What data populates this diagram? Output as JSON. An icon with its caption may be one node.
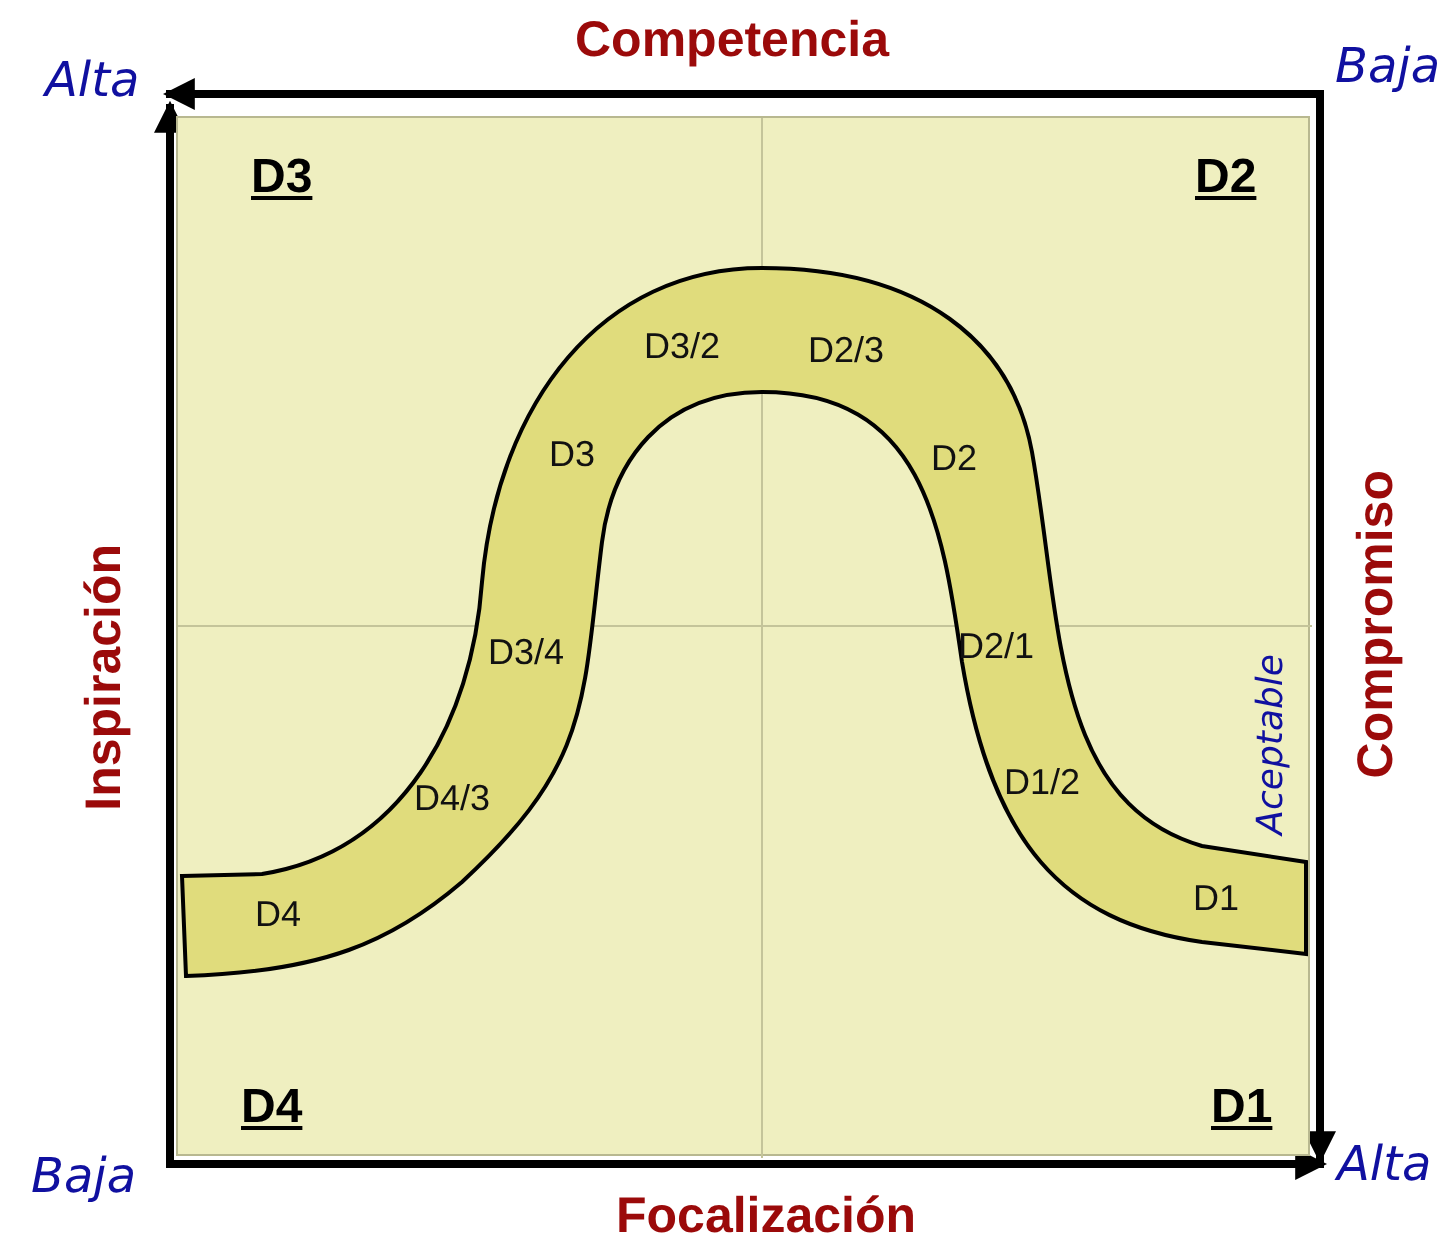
{
  "diagram": {
    "nodes": [
      {
        "text": [
          "D3",
          "D2",
          "D4",
          "D1"
        ]
      },
      {
        "text": [
          "D3/2",
          "D2/3",
          "D3",
          "D2",
          "D3/4",
          "D2/1",
          "D4/3",
          "D1/2",
          "D4",
          "D1"
        ],
        "in": 0
      }
    ],
    "labels": [
      "Competencia",
      "Alta",
      "Baja",
      "Inspiración",
      "Aceptable",
      "Compromiso",
      "Baja",
      "Alta",
      "Focalización"
    ]
  }
}
